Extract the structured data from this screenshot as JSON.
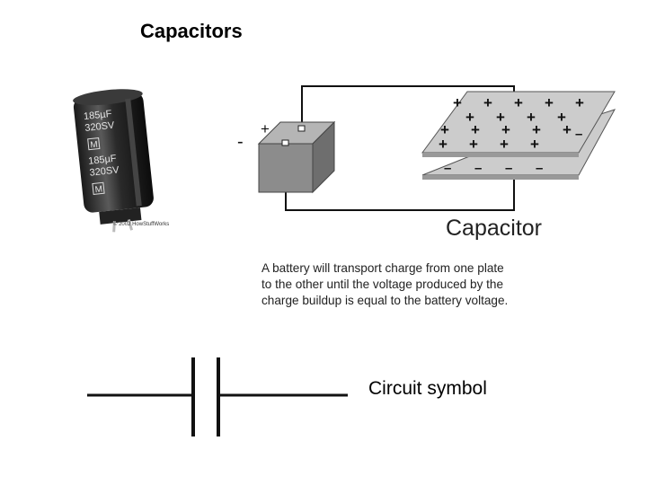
{
  "slide": {
    "title": "Capacitors"
  },
  "photo": {
    "printed_markings": [
      "185µF",
      "320SV",
      "M"
    ],
    "copyright": "© 2002 HowStuffWorks"
  },
  "diagram": {
    "battery_plus": "+",
    "battery_minus": "-",
    "plate_top_sign": "+",
    "plate_bottom_sign": "–",
    "label": "Capacitor",
    "description": "A battery will transport charge from  one plate\nto the other until the voltage produced by the\ncharge buildup is equal to the battery voltage."
  },
  "symbol": {
    "label": "Circuit symbol"
  },
  "colors": {
    "plate_fill": "#cccccc",
    "battery_fill": "#8c8c8c",
    "wire": "#111111"
  }
}
